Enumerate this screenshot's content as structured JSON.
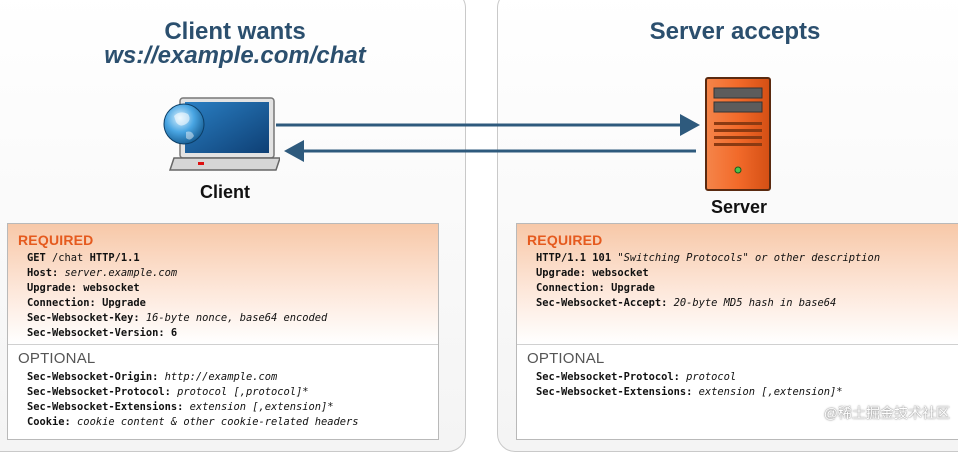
{
  "left": {
    "heading": "Client wants",
    "url": "ws://example.com/chat",
    "node_label": "Client",
    "required_title": "REQUIRED",
    "required_lines": [
      {
        "key": "GET",
        "value": " /chat ",
        "key2": "HTTP/1.1"
      },
      {
        "key": "Host:",
        "value": " server.example.com",
        "italic": true
      },
      {
        "key": "Upgrade:",
        "value2": " websocket"
      },
      {
        "key": "Connection:",
        "value2": " Upgrade"
      },
      {
        "key": "Sec-Websocket-Key:",
        "value": " 16-byte nonce, base64 encoded",
        "italic": true
      },
      {
        "key": "Sec-Websocket-Version:",
        "value2": " 6"
      }
    ],
    "optional_title": "OPTIONAL",
    "optional_lines": [
      {
        "key": "Sec-Websocket-Origin:",
        "value": " http://example.com",
        "italic": true
      },
      {
        "key": "Sec-Websocket-Protocol:",
        "value": " protocol [,protocol]*",
        "italic": true
      },
      {
        "key": "Sec-Websocket-Extensions:",
        "value": " extension [,extension]*",
        "italic": true
      },
      {
        "key": "Cookie:",
        "value": " cookie content & other cookie-related headers",
        "italic": true
      }
    ]
  },
  "right": {
    "heading": "Server accepts",
    "node_label": "Server",
    "required_title": "REQUIRED",
    "required_lines": [
      {
        "key": "HTTP/1.1 101",
        "value": " \"Switching Protocols\" or other description",
        "italic": true
      },
      {
        "key": "Upgrade:",
        "value2": " websocket"
      },
      {
        "key": "Connection:",
        "value2": " Upgrade"
      },
      {
        "key": "Sec-Websocket-Accept:",
        "value": " 20-byte MD5 hash in base64",
        "italic": true
      }
    ],
    "optional_title": "OPTIONAL",
    "optional_lines": [
      {
        "key": "Sec-Websocket-Protocol:",
        "value": " protocol",
        "italic": true
      },
      {
        "key": "Sec-Websocket-Extensions:",
        "value": " extension [,extension]*",
        "italic": true
      }
    ]
  },
  "watermark": "@稀土掘金技术社区",
  "colors": {
    "heading": "#2b4f6e",
    "arrow": "#2e5a7d",
    "required": "#e55a1e",
    "server": "#f26a2a"
  }
}
